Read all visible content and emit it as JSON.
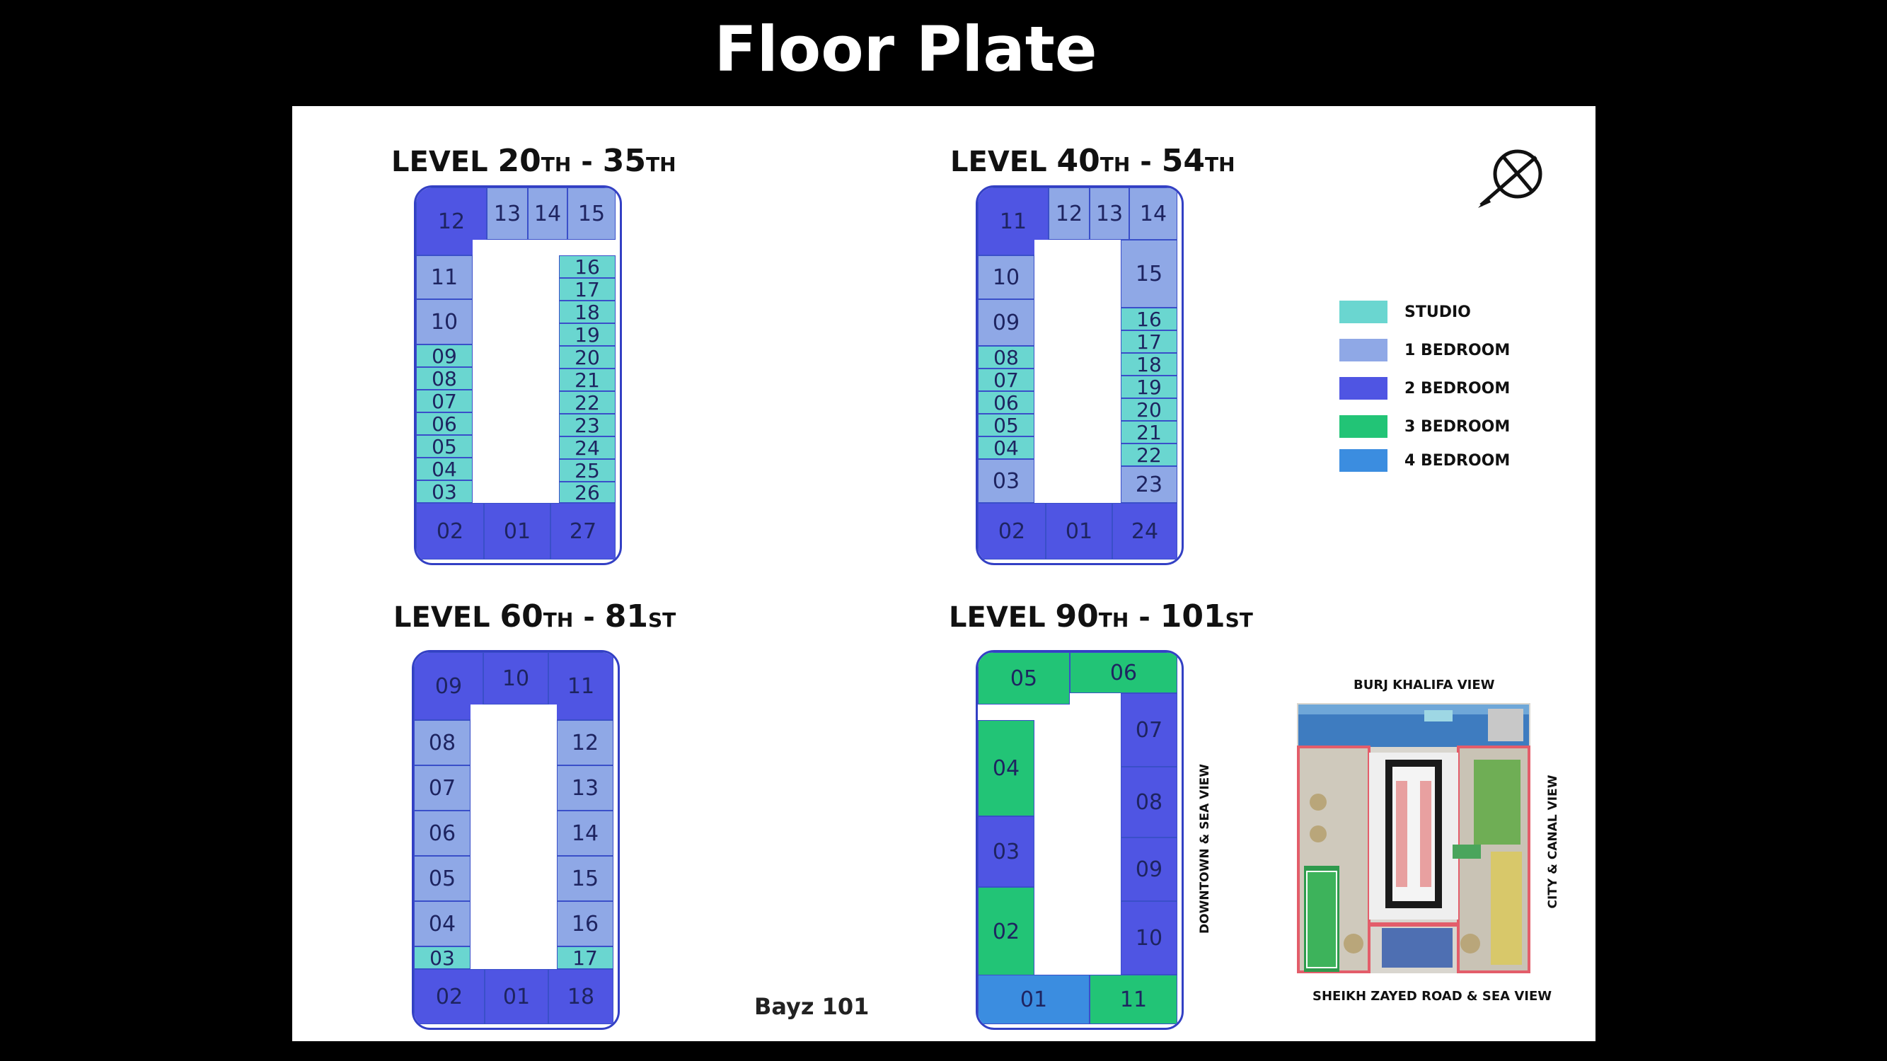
{
  "title": "Floor Plate",
  "brand": "Bayz 101",
  "colors": {
    "studio": "#6ad6d0",
    "one_bedroom": "#8fa8e6",
    "two_bedroom": "#4f55e3",
    "three_bedroom": "#22c476",
    "four_bedroom": "#3b8de0"
  },
  "legend": [
    {
      "label": "STUDIO",
      "type": "studio"
    },
    {
      "label": "1 BEDROOM",
      "type": "one_bedroom"
    },
    {
      "label": "2 BEDROOM",
      "type": "two_bedroom"
    },
    {
      "label": "3 BEDROOM",
      "type": "three_bedroom"
    },
    {
      "label": "4 BEDROOM",
      "type": "four_bedroom"
    }
  ],
  "levels": [
    {
      "prefix": "LEVEL ",
      "from": "20",
      "from_sfx": "TH",
      "sep": " - ",
      "to": "35",
      "to_sfx": "TH"
    },
    {
      "prefix": "LEVEL ",
      "from": "40",
      "from_sfx": "TH",
      "sep": " - ",
      "to": "54",
      "to_sfx": "TH"
    },
    {
      "prefix": "LEVEL ",
      "from": "60",
      "from_sfx": "TH",
      "sep": " - ",
      "to": "81",
      "to_sfx": "ST"
    },
    {
      "prefix": "LEVEL ",
      "from": "90",
      "from_sfx": "TH",
      "sep": " - ",
      "to": "101",
      "to_sfx": "ST"
    }
  ],
  "plates": [
    {
      "units": [
        {
          "n": "12",
          "t": "two_bedroom"
        },
        {
          "n": "13",
          "t": "one_bedroom"
        },
        {
          "n": "14",
          "t": "one_bedroom"
        },
        {
          "n": "15",
          "t": "one_bedroom"
        },
        {
          "n": "11",
          "t": "one_bedroom"
        },
        {
          "n": "10",
          "t": "one_bedroom"
        },
        {
          "n": "09",
          "t": "studio"
        },
        {
          "n": "08",
          "t": "studio"
        },
        {
          "n": "07",
          "t": "studio"
        },
        {
          "n": "06",
          "t": "studio"
        },
        {
          "n": "05",
          "t": "studio"
        },
        {
          "n": "04",
          "t": "studio"
        },
        {
          "n": "03",
          "t": "studio"
        },
        {
          "n": "16",
          "t": "studio"
        },
        {
          "n": "17",
          "t": "studio"
        },
        {
          "n": "18",
          "t": "studio"
        },
        {
          "n": "19",
          "t": "studio"
        },
        {
          "n": "20",
          "t": "studio"
        },
        {
          "n": "21",
          "t": "studio"
        },
        {
          "n": "22",
          "t": "studio"
        },
        {
          "n": "23",
          "t": "studio"
        },
        {
          "n": "24",
          "t": "studio"
        },
        {
          "n": "25",
          "t": "studio"
        },
        {
          "n": "26",
          "t": "studio"
        },
        {
          "n": "02",
          "t": "two_bedroom"
        },
        {
          "n": "01",
          "t": "two_bedroom"
        },
        {
          "n": "27",
          "t": "two_bedroom"
        }
      ]
    },
    {
      "units": [
        {
          "n": "11",
          "t": "two_bedroom"
        },
        {
          "n": "12",
          "t": "one_bedroom"
        },
        {
          "n": "13",
          "t": "one_bedroom"
        },
        {
          "n": "14",
          "t": "one_bedroom"
        },
        {
          "n": "10",
          "t": "one_bedroom"
        },
        {
          "n": "09",
          "t": "one_bedroom"
        },
        {
          "n": "08",
          "t": "studio"
        },
        {
          "n": "07",
          "t": "studio"
        },
        {
          "n": "06",
          "t": "studio"
        },
        {
          "n": "05",
          "t": "studio"
        },
        {
          "n": "04",
          "t": "studio"
        },
        {
          "n": "03",
          "t": "one_bedroom"
        },
        {
          "n": "15",
          "t": "one_bedroom"
        },
        {
          "n": "16",
          "t": "studio"
        },
        {
          "n": "17",
          "t": "studio"
        },
        {
          "n": "18",
          "t": "studio"
        },
        {
          "n": "19",
          "t": "studio"
        },
        {
          "n": "20",
          "t": "studio"
        },
        {
          "n": "21",
          "t": "studio"
        },
        {
          "n": "22",
          "t": "studio"
        },
        {
          "n": "23",
          "t": "one_bedroom"
        },
        {
          "n": "02",
          "t": "two_bedroom"
        },
        {
          "n": "01",
          "t": "two_bedroom"
        },
        {
          "n": "24",
          "t": "two_bedroom"
        }
      ]
    },
    {
      "units": [
        {
          "n": "09",
          "t": "two_bedroom"
        },
        {
          "n": "10",
          "t": "two_bedroom"
        },
        {
          "n": "11",
          "t": "two_bedroom"
        },
        {
          "n": "08",
          "t": "one_bedroom"
        },
        {
          "n": "07",
          "t": "one_bedroom"
        },
        {
          "n": "06",
          "t": "one_bedroom"
        },
        {
          "n": "05",
          "t": "one_bedroom"
        },
        {
          "n": "04",
          "t": "one_bedroom"
        },
        {
          "n": "03",
          "t": "studio"
        },
        {
          "n": "12",
          "t": "one_bedroom"
        },
        {
          "n": "13",
          "t": "one_bedroom"
        },
        {
          "n": "14",
          "t": "one_bedroom"
        },
        {
          "n": "15",
          "t": "one_bedroom"
        },
        {
          "n": "16",
          "t": "one_bedroom"
        },
        {
          "n": "17",
          "t": "studio"
        },
        {
          "n": "02",
          "t": "two_bedroom"
        },
        {
          "n": "01",
          "t": "two_bedroom"
        },
        {
          "n": "18",
          "t": "two_bedroom"
        }
      ]
    },
    {
      "units": [
        {
          "n": "05",
          "t": "three_bedroom"
        },
        {
          "n": "06",
          "t": "three_bedroom"
        },
        {
          "n": "04",
          "t": "three_bedroom"
        },
        {
          "n": "03",
          "t": "two_bedroom"
        },
        {
          "n": "02",
          "t": "three_bedroom"
        },
        {
          "n": "07",
          "t": "two_bedroom"
        },
        {
          "n": "08",
          "t": "two_bedroom"
        },
        {
          "n": "09",
          "t": "two_bedroom"
        },
        {
          "n": "10",
          "t": "two_bedroom"
        },
        {
          "n": "01",
          "t": "four_bedroom"
        },
        {
          "n": "11",
          "t": "three_bedroom"
        }
      ]
    }
  ],
  "site_plan": {
    "top": "BURJ KHALIFA VIEW",
    "bottom": "SHEIKH ZAYED ROAD & SEA VIEW",
    "left": "DOWNTOWN & SEA VIEW",
    "right": "CITY & CANAL VIEW"
  }
}
